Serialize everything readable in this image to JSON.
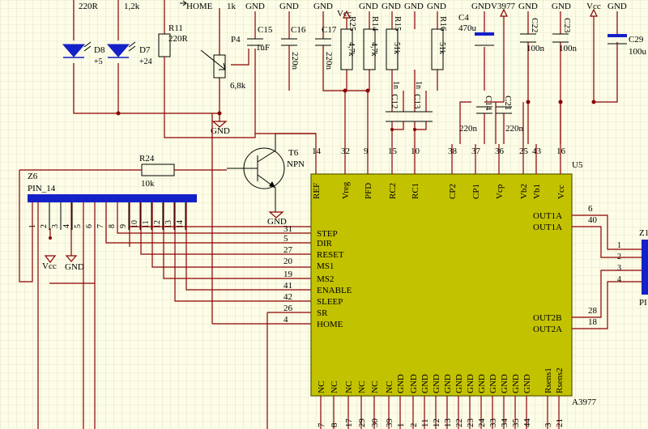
{
  "top_labels": {
    "r220": "220R",
    "r12k": "1,2k",
    "home_top": "HOME",
    "r1k": "1k",
    "p4": "P4",
    "p4_val": "6,8k",
    "d8": "D8",
    "d8_sign": "+5",
    "d7": "D7",
    "d7_sign": "+24",
    "r11": "R11",
    "r11_val": "220R"
  },
  "gnd": "GND",
  "vcc": "Vcc",
  "vertical_parts": [
    {
      "ref": "C15",
      "val": "1uF"
    },
    {
      "ref": "C16",
      "val": "220n"
    },
    {
      "ref": "C17",
      "val": "220n"
    },
    {
      "ref": "R25",
      "val": "4,7k"
    },
    {
      "ref": "R14",
      "val": "4,7k"
    },
    {
      "ref": "R15",
      "val": "51k"
    },
    {
      "ref": "R16",
      "val": "51k"
    },
    {
      "ref": "C4",
      "val": "470u"
    },
    {
      "ref": "C22",
      "val": "100n"
    },
    {
      "ref": "C23",
      "val": "100n"
    },
    {
      "ref": "C29",
      "val": "100u"
    },
    {
      "ref": "C12",
      "val": "1n"
    },
    {
      "ref": "C13",
      "val": "1n"
    },
    {
      "ref": "C14",
      "val": "220n"
    },
    {
      "ref": "C21",
      "val": "220n"
    }
  ],
  "v3977": "V3977",
  "transistor": {
    "ref": "T6",
    "type": "NPN"
  },
  "r24": {
    "ref": "R24",
    "val": "10k"
  },
  "header": {
    "ref": "Z6",
    "name": "PIN_14",
    "pins": [
      "1",
      "2",
      "3",
      "4",
      "5",
      "6",
      "7",
      "8",
      "9",
      "10",
      "11",
      "12",
      "13",
      "14"
    ]
  },
  "ic": {
    "ref": "U5",
    "part": "A3977",
    "top_pins": [
      {
        "num": "14",
        "name": "REF"
      },
      {
        "num": "32",
        "name": "Vreg"
      },
      {
        "num": "9",
        "name": "PFD"
      },
      {
        "num": "15",
        "name": "RC2"
      },
      {
        "num": "10",
        "name": "RC1"
      },
      {
        "num": "38",
        "name": "CP2"
      },
      {
        "num": "37",
        "name": "CP1"
      },
      {
        "num": "36",
        "name": "Vcp"
      },
      {
        "num": "25",
        "name": "Vb2"
      },
      {
        "num": "43",
        "name": "Vb1"
      },
      {
        "num": "16",
        "name": "Vcc"
      }
    ],
    "left_pins": [
      {
        "num": "31",
        "name": "STEP"
      },
      {
        "num": "5",
        "name": "DIR"
      },
      {
        "num": "27",
        "name": "RESET"
      },
      {
        "num": "20",
        "name": "MS1"
      },
      {
        "num": "19",
        "name": "MS2"
      },
      {
        "num": "41",
        "name": "ENABLE"
      },
      {
        "num": "42",
        "name": "SLEEP"
      },
      {
        "num": "26",
        "name": "SR"
      },
      {
        "num": "4",
        "name": "HOME"
      }
    ],
    "right_pins": [
      {
        "num": "6",
        "name": "OUT1A"
      },
      {
        "num": "40",
        "name": "OUT1A"
      },
      {
        "num": "28",
        "name": "OUT2B"
      },
      {
        "num": "18",
        "name": "OUT2A"
      }
    ],
    "bottom_pins": [
      {
        "num": "7",
        "name": "NC"
      },
      {
        "num": "8",
        "name": "NC"
      },
      {
        "num": "17",
        "name": "NC"
      },
      {
        "num": "29",
        "name": "NC"
      },
      {
        "num": "30",
        "name": "NC"
      },
      {
        "num": "39",
        "name": "NC"
      },
      {
        "num": "1",
        "name": "GND"
      },
      {
        "num": "2",
        "name": "GND"
      },
      {
        "num": "11",
        "name": "GND"
      },
      {
        "num": "12",
        "name": "GND"
      },
      {
        "num": "13",
        "name": "GND"
      },
      {
        "num": "22",
        "name": "GND"
      },
      {
        "num": "23",
        "name": "GND"
      },
      {
        "num": "24",
        "name": "GND"
      },
      {
        "num": "33",
        "name": "GND"
      },
      {
        "num": "34",
        "name": "GND"
      },
      {
        "num": "35",
        "name": "GND"
      },
      {
        "num": "44",
        "name": "GND"
      },
      {
        "num": "3",
        "name": "Rsens1"
      },
      {
        "num": "21",
        "name": "Rsens2"
      }
    ]
  },
  "conn_right": {
    "ref_partial": "Z1",
    "name_partial": "PI",
    "pins": [
      "1",
      "2",
      "3",
      "4"
    ]
  },
  "colors": {
    "ic_fill": "#c3c200",
    "wire": "#8a0000",
    "header_bar": "#1420c8",
    "background": "#fdfce6",
    "grid": "#cfcfb8"
  }
}
